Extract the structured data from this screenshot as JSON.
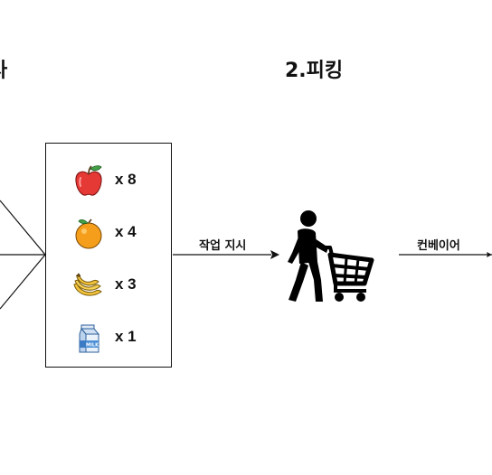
{
  "titles": {
    "left_partial": "사",
    "picking": "2.피킹"
  },
  "order": {
    "items": [
      {
        "icon": "apple-icon",
        "quantity": "x 8"
      },
      {
        "icon": "orange-icon",
        "quantity": "x 4"
      },
      {
        "icon": "banana-icon",
        "quantity": "x 3"
      },
      {
        "icon": "milk-carton-icon",
        "quantity": "x 1"
      }
    ]
  },
  "edges": {
    "work_order": "작업 지시",
    "conveyor": "컨베이어"
  },
  "colors": {
    "apple": "#e53935",
    "orange": "#f59e1b",
    "banana": "#f2c43d",
    "milk": "#4a8fd6",
    "stroke": "#111111"
  }
}
